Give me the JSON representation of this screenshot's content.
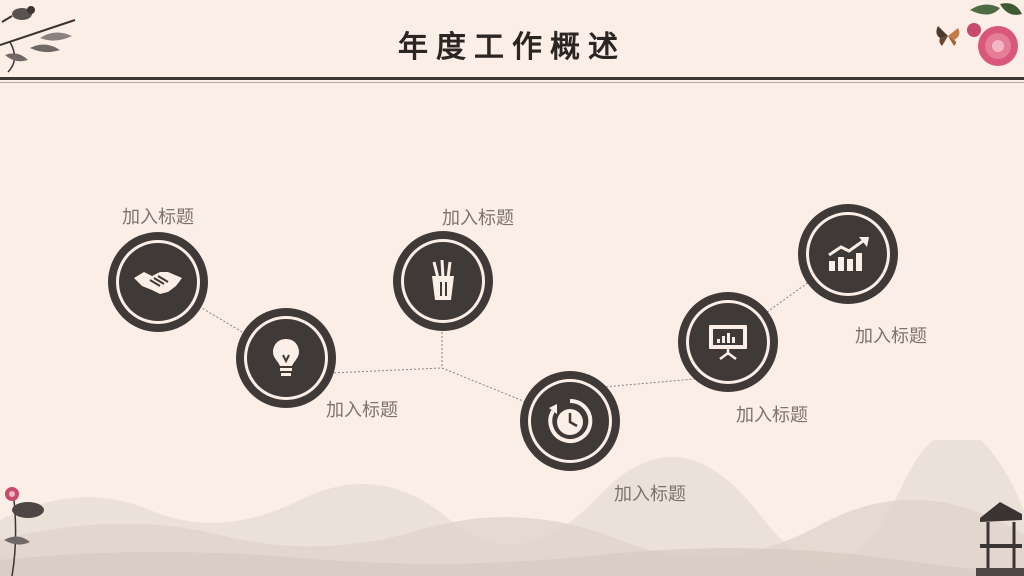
{
  "page": {
    "title": "年度工作概述",
    "colors": {
      "background": "#fbeee6",
      "node": "#3f3938",
      "rule": "#3e3735",
      "label": "#7c7370"
    }
  },
  "items": [
    {
      "label": "加入标题",
      "icon": "handshake-icon"
    },
    {
      "label": "加入标题",
      "icon": "lightbulb-icon"
    },
    {
      "label": "加入标题",
      "icon": "pencil-cup-icon"
    },
    {
      "label": "加入标题",
      "icon": "clock-refresh-icon"
    },
    {
      "label": "加入标题",
      "icon": "presentation-board-icon"
    },
    {
      "label": "加入标题",
      "icon": "growth-chart-icon"
    }
  ]
}
